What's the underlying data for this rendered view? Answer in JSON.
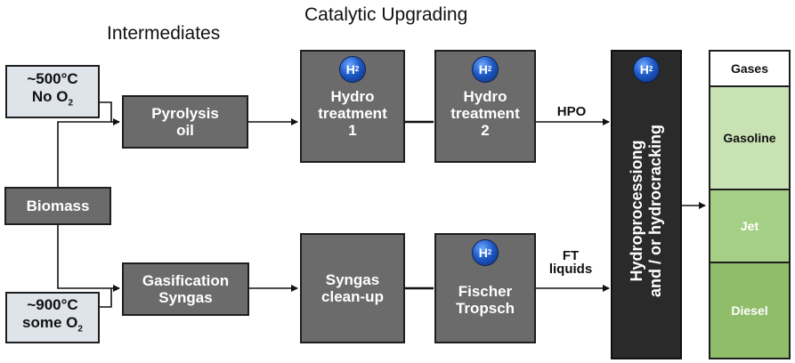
{
  "headings": {
    "intermediates": "Intermediates",
    "catalytic_upgrading": "Catalytic Upgrading"
  },
  "conditions": {
    "pyrolysis_temp": "~500°C",
    "pyrolysis_oxygen": "No O",
    "gasification_temp": "~900°C",
    "gasification_oxygen": "some O",
    "oxygen_subscript": "2"
  },
  "boxes": {
    "biomass": "Biomass",
    "pyrolysis_oil_line1": "Pyrolysis",
    "pyrolysis_oil_line2": "oil",
    "gasification_line1": "Gasification",
    "gasification_line2": "Syngas",
    "hydrotreatment1_line1": "Hydro",
    "hydrotreatment1_line2": "treatment",
    "hydrotreatment1_line3": "1",
    "hydrotreatment2_line1": "Hydro",
    "hydrotreatment2_line2": "treatment",
    "hydrotreatment2_line3": "2",
    "syngas_cleanup_line1": "Syngas",
    "syngas_cleanup_line2": "clean-up",
    "fischer_line1": "Fischer",
    "fischer_line2": "Tropsch",
    "hydroprocessing_line1": "Hydroprocessiong",
    "hydroprocessing_line2": "and / or hydrocracking"
  },
  "hydrogen_badge": {
    "symbol": "H",
    "subscript": "2",
    "icon": "hydrogen-h2-icon"
  },
  "flow_labels": {
    "hpo": "HPO",
    "ft_line1": "FT",
    "ft_line2": "liquids"
  },
  "products": {
    "gases": "Gases",
    "gasoline": "Gasoline",
    "jet": "Jet",
    "diesel": "Diesel"
  },
  "colors": {
    "process_box": "#6b6b6b",
    "condition_box": "#dfe4ea",
    "hydroprocessing_column": "#2a2a2a",
    "gases": "#ffffff",
    "gasoline": "#c9e2b4",
    "jet": "#a6cf86",
    "diesel": "#8fbd6a"
  }
}
